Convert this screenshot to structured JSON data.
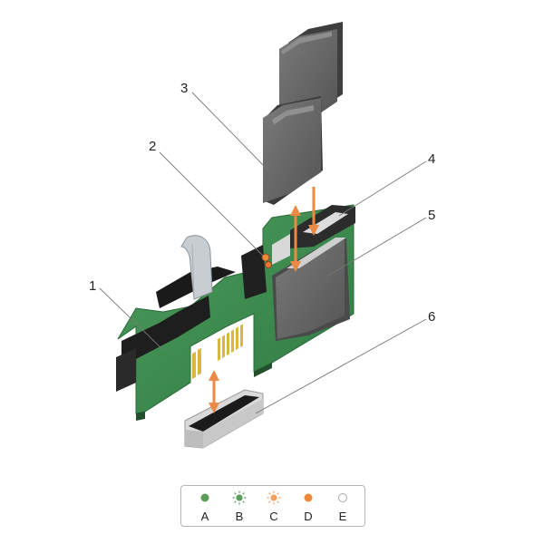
{
  "callouts": [
    {
      "id": "1",
      "label": "1"
    },
    {
      "id": "2",
      "label": "2"
    },
    {
      "id": "3",
      "label": "3"
    },
    {
      "id": "4",
      "label": "4"
    },
    {
      "id": "5",
      "label": "5"
    },
    {
      "id": "6",
      "label": "6"
    }
  ],
  "legend": [
    {
      "label": "A",
      "state": "solid",
      "color": "#5a9e58"
    },
    {
      "label": "B",
      "state": "blinking",
      "color": "#5a9e58"
    },
    {
      "label": "C",
      "state": "blinking",
      "color": "#f0a060"
    },
    {
      "label": "D",
      "state": "solid",
      "color": "#ef8a3b"
    },
    {
      "label": "E",
      "state": "off",
      "color": "#ffffff"
    }
  ],
  "colors": {
    "board": "#3f8f52",
    "card": "#6b6b6b",
    "arrow": "#ec8a45",
    "led": "#ef8a3b"
  }
}
